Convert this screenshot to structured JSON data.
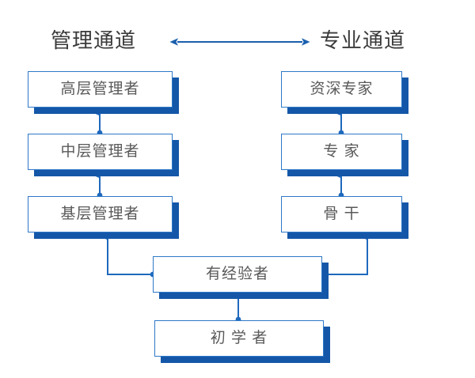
{
  "diagram": {
    "type": "dual-career-ladder",
    "title_left": "管理通道",
    "title_right": "专业通道",
    "colors": {
      "box_border": "#2e78c8",
      "box_shadow": "#1457a8",
      "connector": "#1f69bd",
      "title_text": "#3a3a3a",
      "label_text": "#595959",
      "background": "#ffffff"
    },
    "header_arrow": {
      "name": "bidirectional-arrow",
      "direction": "both"
    },
    "columns": {
      "management": {
        "title": "管理通道",
        "nodes": [
          {
            "id": "senior-manager",
            "label": "高层管理者",
            "level": 3
          },
          {
            "id": "middle-manager",
            "label": "中层管理者",
            "level": 2
          },
          {
            "id": "front-manager",
            "label": "基层管理者",
            "level": 1
          }
        ]
      },
      "professional": {
        "title": "专业通道",
        "nodes": [
          {
            "id": "senior-expert",
            "label": "资深专家",
            "level": 3
          },
          {
            "id": "expert",
            "label": "专  家",
            "level": 2
          },
          {
            "id": "backbone",
            "label": "骨  干",
            "level": 1
          }
        ]
      }
    },
    "shared_nodes": [
      {
        "id": "experienced",
        "label": "有经验者",
        "level": 0
      },
      {
        "id": "beginner",
        "label": "初 学 者",
        "level": -1
      }
    ],
    "connections": [
      {
        "from": "beginner",
        "to": "experienced",
        "style": "straight-up"
      },
      {
        "from": "experienced",
        "to": "front-manager",
        "style": "elbow-left"
      },
      {
        "from": "experienced",
        "to": "backbone",
        "style": "elbow-right"
      },
      {
        "from": "front-manager",
        "to": "middle-manager",
        "style": "straight-up"
      },
      {
        "from": "middle-manager",
        "to": "senior-manager",
        "style": "straight-up"
      },
      {
        "from": "backbone",
        "to": "expert",
        "style": "straight-up"
      },
      {
        "from": "expert",
        "to": "senior-expert",
        "style": "straight-up"
      }
    ]
  }
}
